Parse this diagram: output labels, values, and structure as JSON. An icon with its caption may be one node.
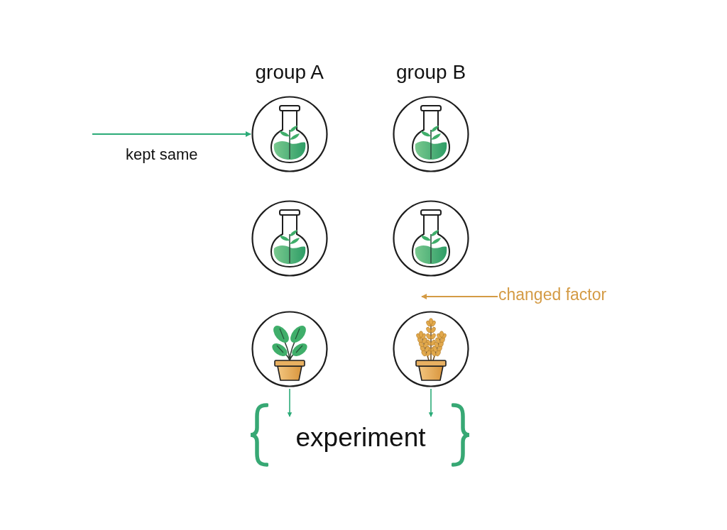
{
  "diagram": {
    "nodes": [
      {
        "text": [],
        "shape": "picture"
      },
      {
        "text": [],
        "shape": "picture"
      },
      {
        "text": [],
        "shape": "picture"
      },
      {
        "text": [],
        "shape": "picture"
      },
      {
        "text": [
          "changed factor"
        ]
      },
      {
        "text": [],
        "shape": "picture"
      },
      {
        "text": [],
        "shape": "picture"
      },
      {
        "text": [
          "experiment"
        ]
      }
    ],
    "edges": [
      {
        "from": null,
        "to": 0,
        "arrow": "to",
        "label": "kept same"
      },
      {
        "from": 4,
        "to": 6,
        "arrow": "to",
        "color": "#d49b45"
      },
      {
        "from": 5,
        "to": 7,
        "arrow": "to"
      },
      {
        "from": 6,
        "to": 7,
        "arrow": "to"
      }
    ],
    "labels": [
      "group A",
      "group B"
    ]
  }
}
